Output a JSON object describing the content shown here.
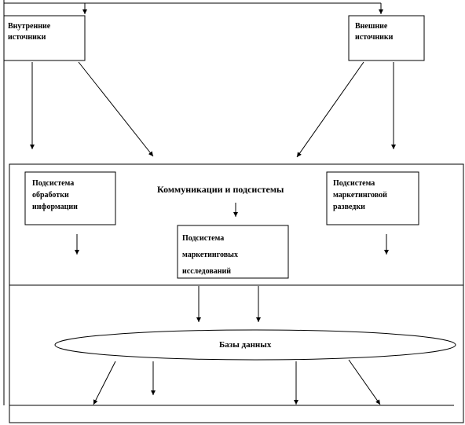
{
  "nodes": {
    "internal_sources": "Внутренние источники",
    "external_sources": "Внешние источники",
    "communications": "Коммуникации и подсистемы",
    "processing": "Подсистема обработки информации",
    "research": "Подсистема маркетинговых исследований",
    "intelligence": "Подсистема маркетинговой разведки",
    "databases": "Базы данных"
  },
  "colors": {
    "line": "#000000",
    "background": "#ffffff"
  }
}
